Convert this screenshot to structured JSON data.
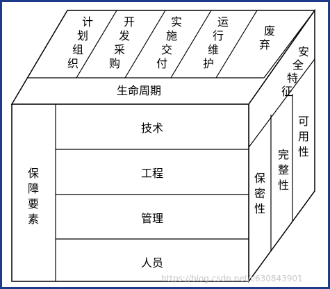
{
  "diagram": {
    "top_labels": [
      "计划组织",
      "开发采购",
      "实施交付",
      "运行维护",
      "废弃"
    ],
    "lifecycle_label": "生命周期",
    "side_corner_label": "安全特征",
    "front_rows": [
      "技术",
      "工程",
      "管理",
      "人员"
    ],
    "left_column_label": "保障要素",
    "right_labels": [
      "保密性",
      "完整性",
      "可用性"
    ],
    "border_color": "#1e3a8a",
    "line_color": "#000000"
  },
  "watermark": "https://blog.csdn.net/c630843901"
}
